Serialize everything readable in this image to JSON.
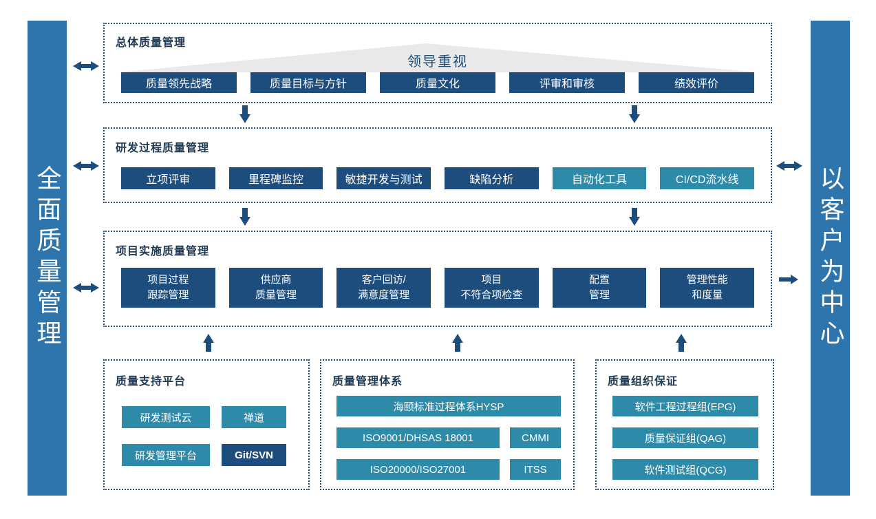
{
  "colors": {
    "navy": "#1c4d7c",
    "teal": "#2d8aa8",
    "bar_blue": "#2e74ad",
    "triangle_gray": "#e9e9e9"
  },
  "left_bar": {
    "label": "全面质量管理"
  },
  "right_bar": {
    "label": "以客户为中心"
  },
  "sections": {
    "overall": {
      "title": "总体质量管理",
      "banner": "领导重视",
      "items": [
        "质量领先战略",
        "质量目标与方针",
        "质量文化",
        "评审和审核",
        "绩效评价"
      ]
    },
    "rd": {
      "title": "研发过程质量管理",
      "items": [
        "立项评审",
        "里程碑监控",
        "敏捷开发与测试",
        "缺陷分析",
        "自动化工具",
        "CI/CD流水线"
      ]
    },
    "impl": {
      "title": "项目实施质量管理",
      "items": [
        "项目过程\n跟踪管理",
        "供应商\n质量管理",
        "客户回访/\n满意度管理",
        "项目\n不符合项检查",
        "配置\n管理",
        "管理性能\n和度量"
      ]
    }
  },
  "bottom": {
    "platform": {
      "title": "质量支持平台",
      "items": [
        "研发测试云",
        "禅道",
        "研发管理平台",
        "Git/SVN"
      ]
    },
    "system": {
      "title": "质量管理体系",
      "items": [
        "海颐标准过程体系HYSP",
        "ISO9001/DHSAS 18001",
        "CMMI",
        "ISO20000/ISO27001",
        "ITSS"
      ]
    },
    "org": {
      "title": "质量组织保证",
      "items": [
        "软件工程过程组(EPG)",
        "质量保证组(QAG)",
        "软件测试组(QCG)"
      ]
    }
  }
}
